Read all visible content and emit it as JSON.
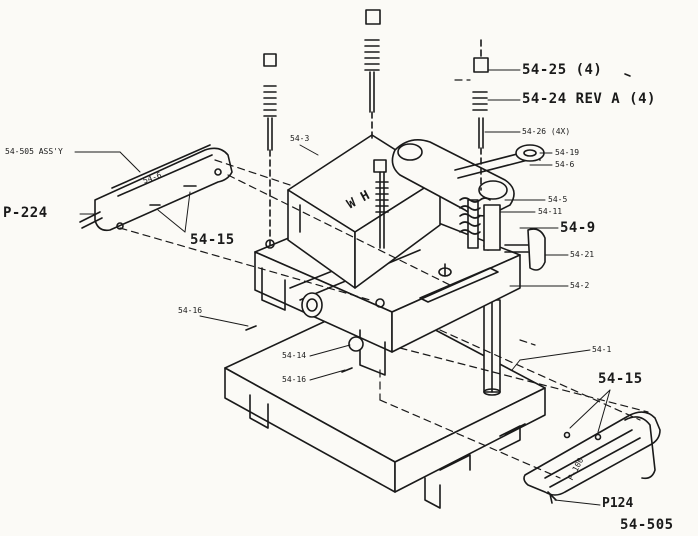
{
  "labels": {
    "p_54_25": "54-25 (4)",
    "p_54_24": "54-24 REV A (4)",
    "p_54_26": "54-26 (4X)",
    "p_54_19": "54-19",
    "p_54_6_handle": "54-6",
    "p_54_5": "54-5",
    "p_54_11": "54-11",
    "p_54_9": "54-9",
    "p_54_21": "54-21",
    "p_54_2": "54-2",
    "p_54_1": "54-1",
    "p_54_15_right": "54-15",
    "p_124": "P124",
    "p_54_505": "54-505",
    "p_54_505_assy": "54-505 ASS'Y",
    "p_54_6_left": "54-6",
    "p_224": "P-224",
    "p_54_15_left": "54-15",
    "p_54_3": "54-3",
    "p_54_16_top": "54-16",
    "p_54_14": "54-14",
    "p_54_16_bottom": "54-16",
    "p_100": "P-100",
    "wh_mark": "W H"
  }
}
